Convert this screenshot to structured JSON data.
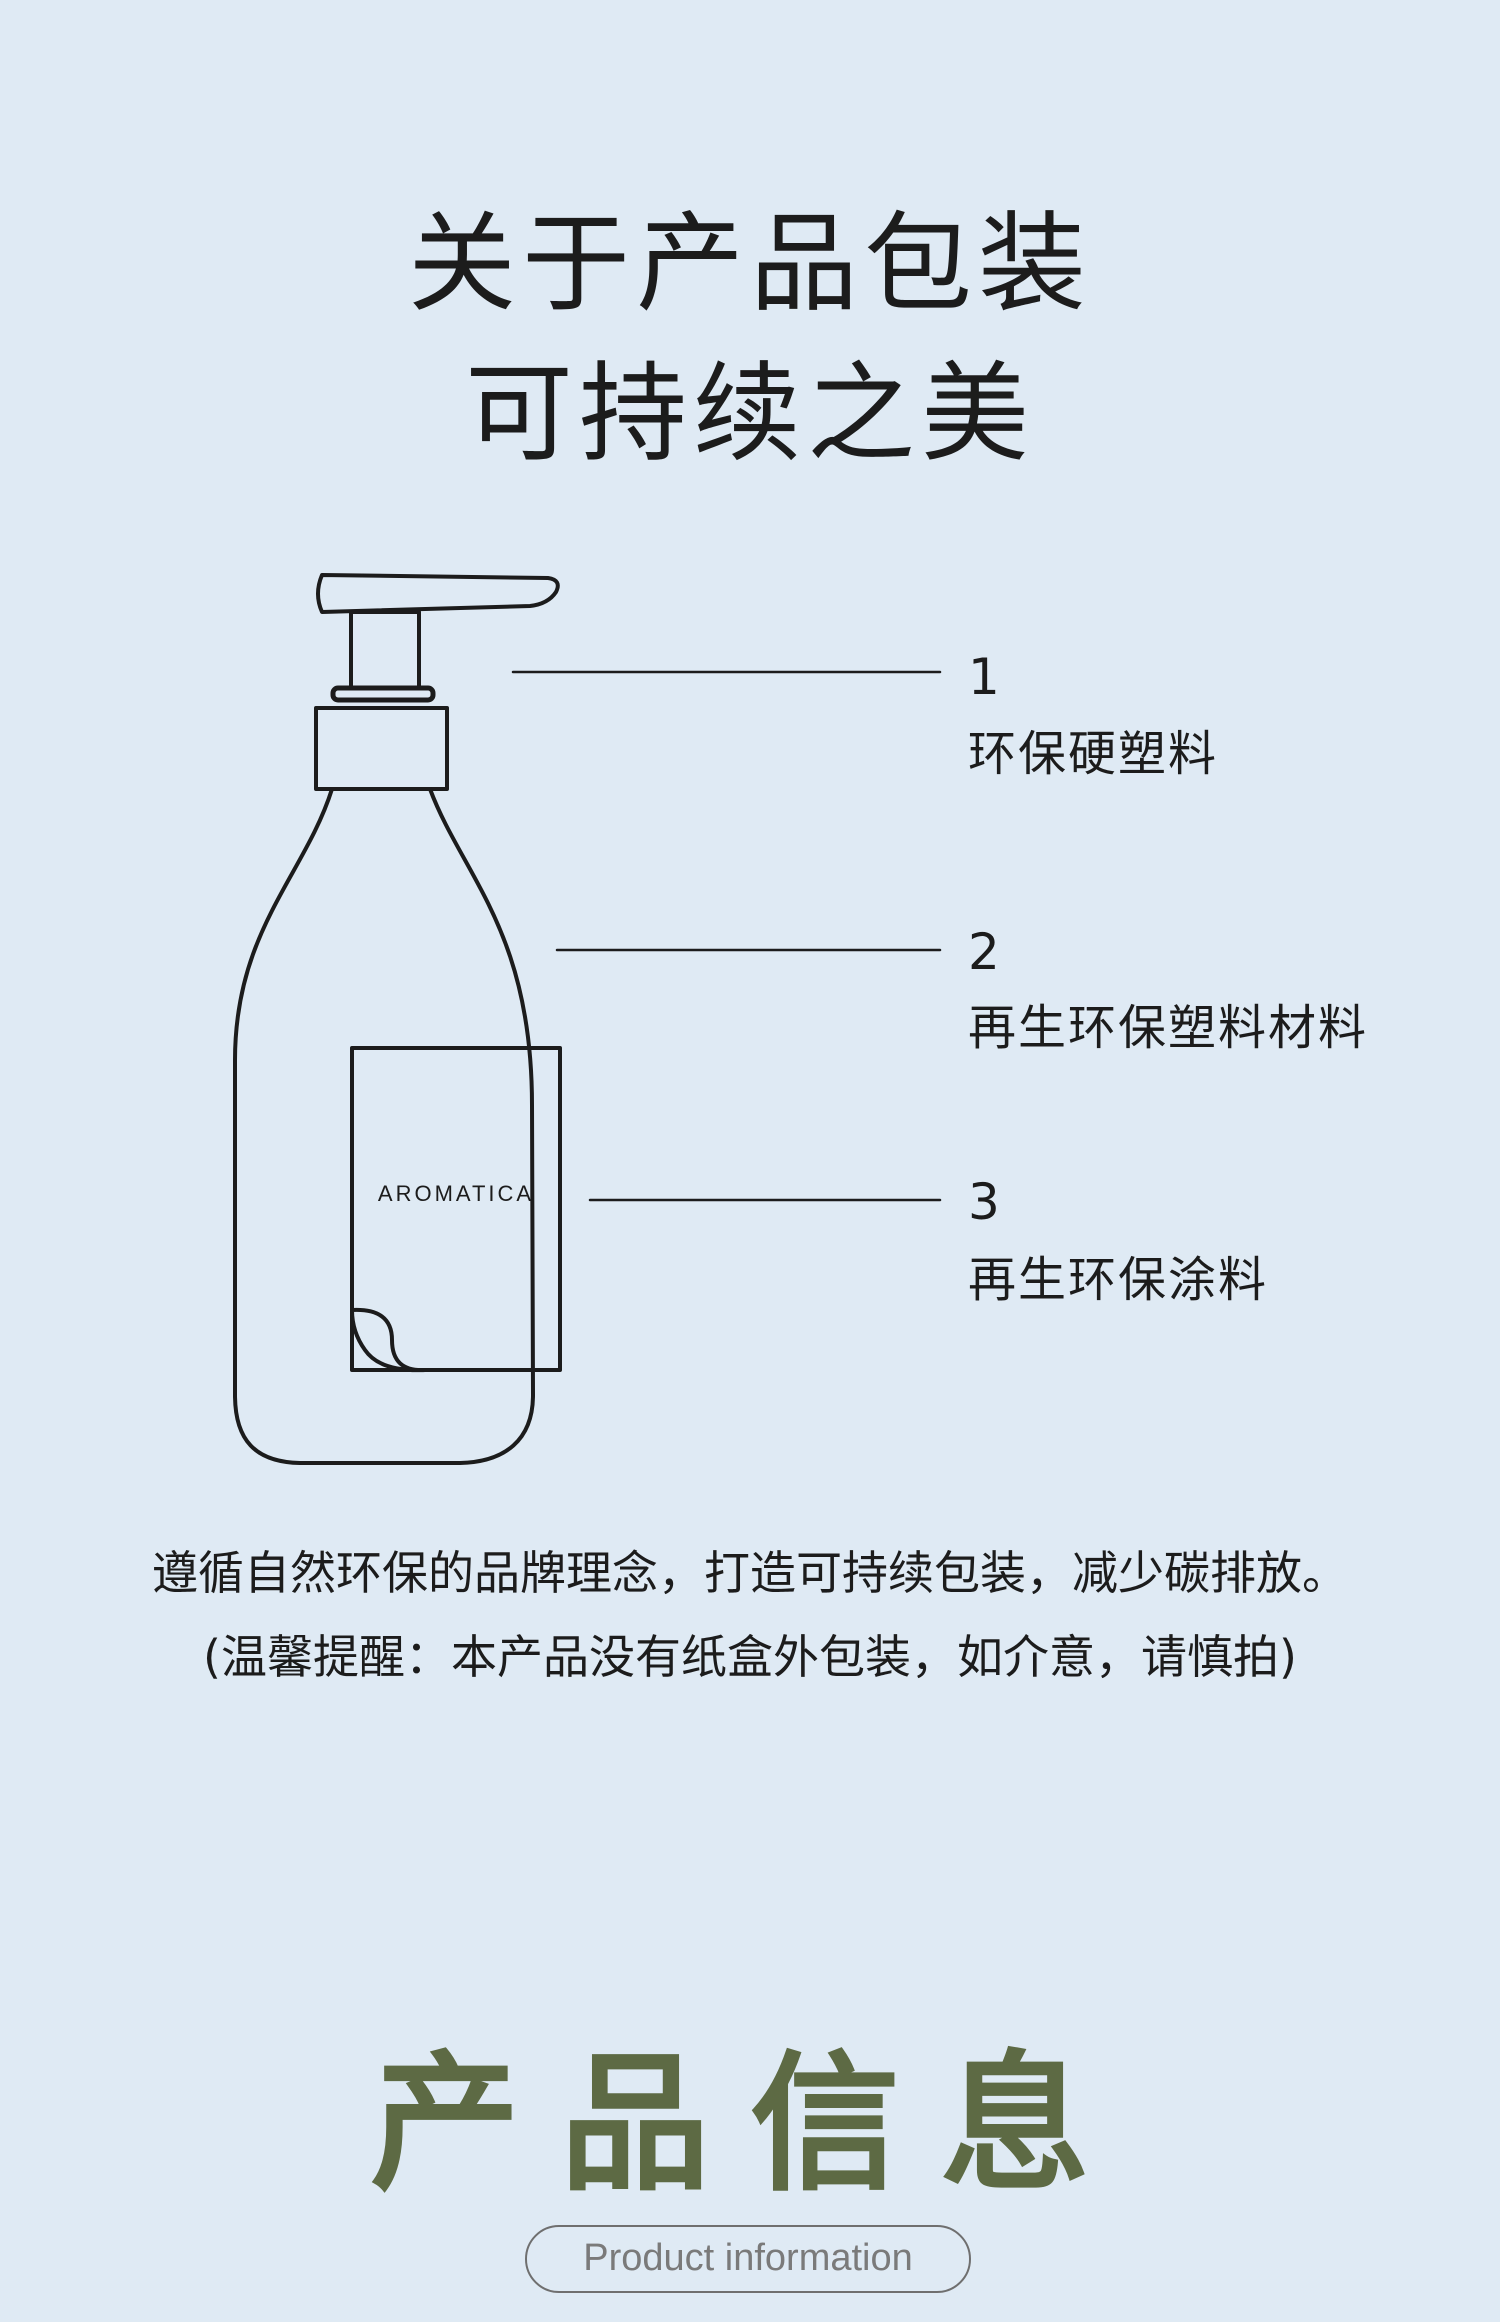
{
  "header": {
    "title_line1": "关于产品包装",
    "title_line2": "可持续之美"
  },
  "bottle": {
    "brand_label": "AROMATICA"
  },
  "callouts": [
    {
      "number": "1",
      "label": "环保硬塑料"
    },
    {
      "number": "2",
      "label": "再生环保塑料材料"
    },
    {
      "number": "3",
      "label": "再生环保涂料"
    }
  ],
  "description": {
    "line1": "遵循自然环保的品牌理念，打造可持续包装，减少碳排放。",
    "line2": "(温馨提醒：本产品没有纸盒外包装，如介意，请慎拍)"
  },
  "product_info": {
    "title": "产品信息",
    "subtitle": "Product information"
  },
  "colors": {
    "background": "#dfeaf4",
    "accent_green": "#5d6a44",
    "line": "#1c1c1c"
  }
}
